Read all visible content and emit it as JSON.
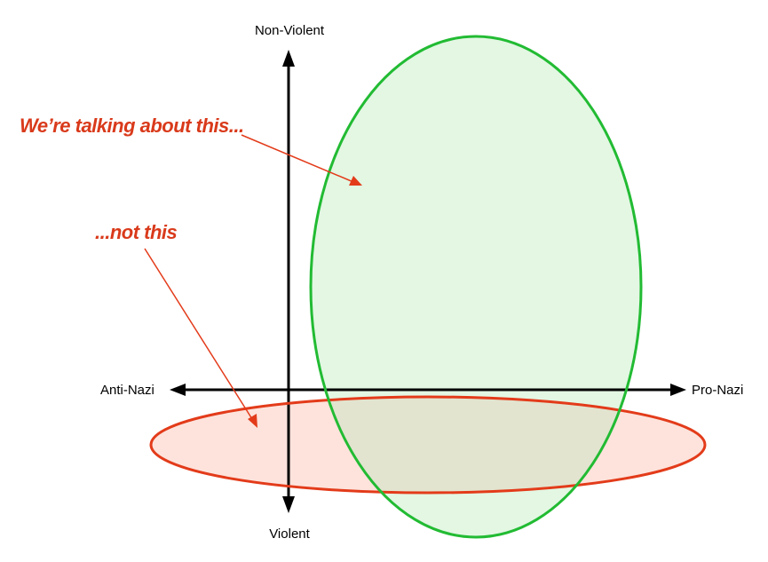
{
  "axes": {
    "top_label": "Non-Violent",
    "bottom_label": "Violent",
    "left_label": "Anti-Nazi",
    "right_label": "Pro-Nazi"
  },
  "annotations": {
    "primary": "We’re talking about this...",
    "secondary": "...not this"
  },
  "colors": {
    "axis": "#000000",
    "green_stroke": "#22bb33",
    "green_fill": "#e3f7e3",
    "red_stroke": "#e33b1a",
    "red_fill": "#fde3dc",
    "overlap_fill": "#e2e4cf",
    "annotation_text": "#d93a1b"
  }
}
